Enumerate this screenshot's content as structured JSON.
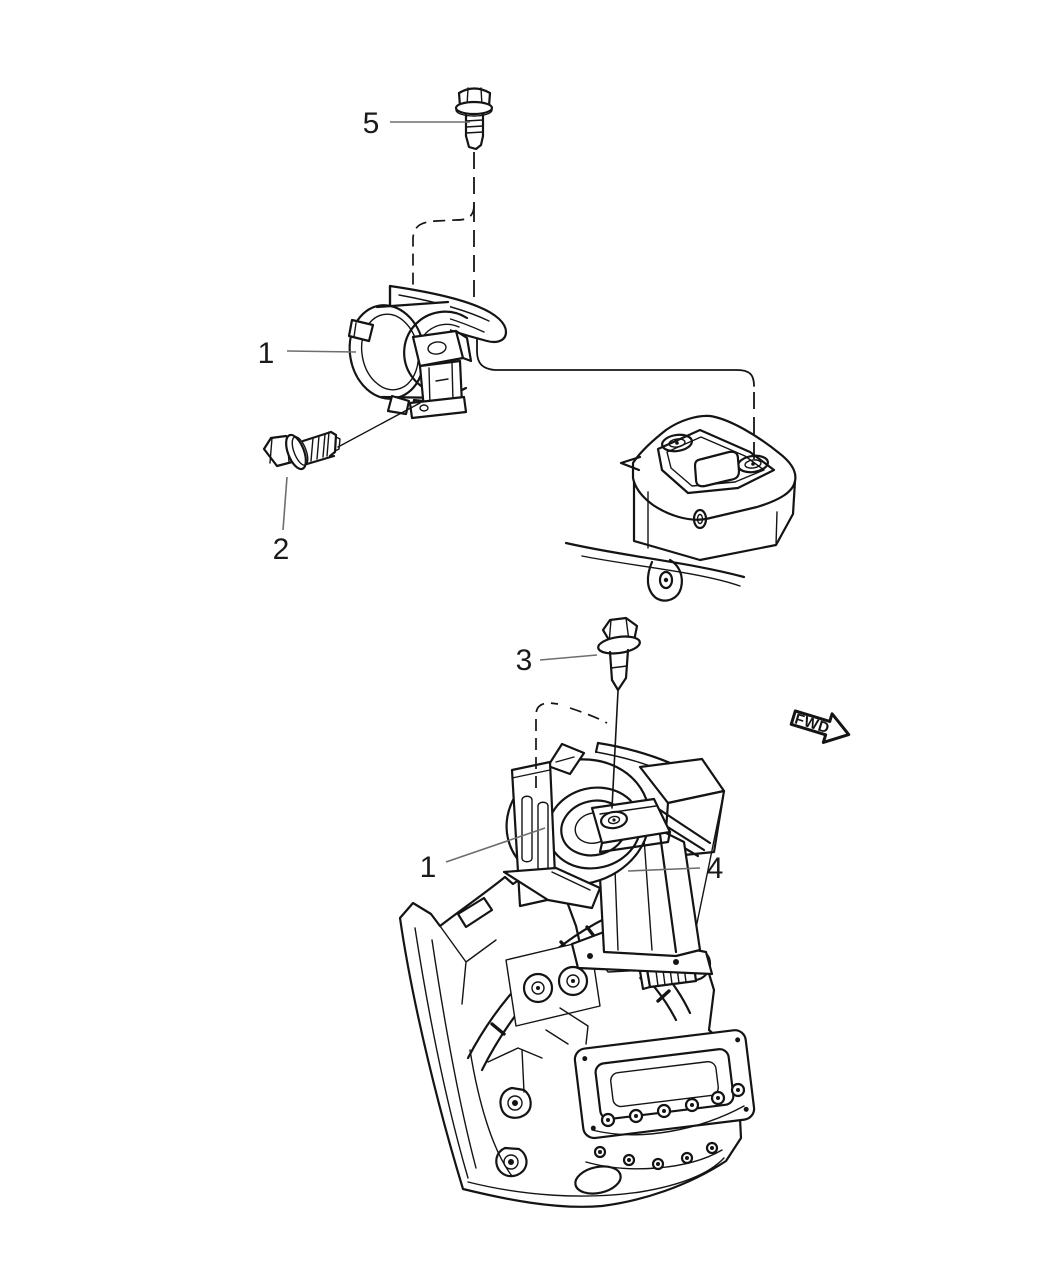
{
  "diagram": {
    "kind": "exploded-parts-line-art",
    "background_color": "#ffffff",
    "line_color": "#141414",
    "leader_color": "#6e6e6e",
    "label_color": "#1a1a1a",
    "callouts": [
      {
        "id": "5",
        "text": "5"
      },
      {
        "id": "1-upper",
        "text": "1"
      },
      {
        "id": "2",
        "text": "2"
      },
      {
        "id": "3",
        "text": "3"
      },
      {
        "id": "1-lower",
        "text": "1"
      },
      {
        "id": "4",
        "text": "4"
      }
    ],
    "direction_indicator": {
      "label": "FWD"
    }
  }
}
